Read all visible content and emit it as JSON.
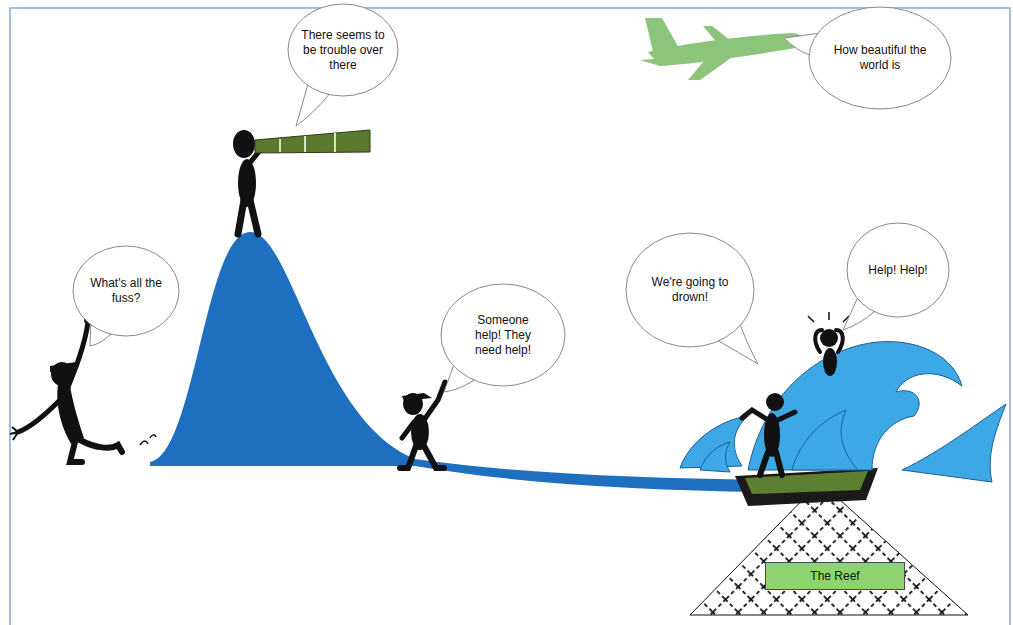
{
  "diagram": {
    "nodes": [
      {
        "text": [
          "There seems to be trouble over there"
        ]
      },
      {
        "text": [
          "How beautiful the world is"
        ]
      },
      {
        "text": [
          "What's all the fuss?"
        ]
      },
      {
        "text": [
          "Someone help! They need help!"
        ]
      },
      {
        "text": [
          "We're going to drown!"
        ]
      },
      {
        "text": [
          "Help! Help!"
        ]
      },
      {
        "text": [
          "The Reef"
        ]
      }
    ]
  }
}
